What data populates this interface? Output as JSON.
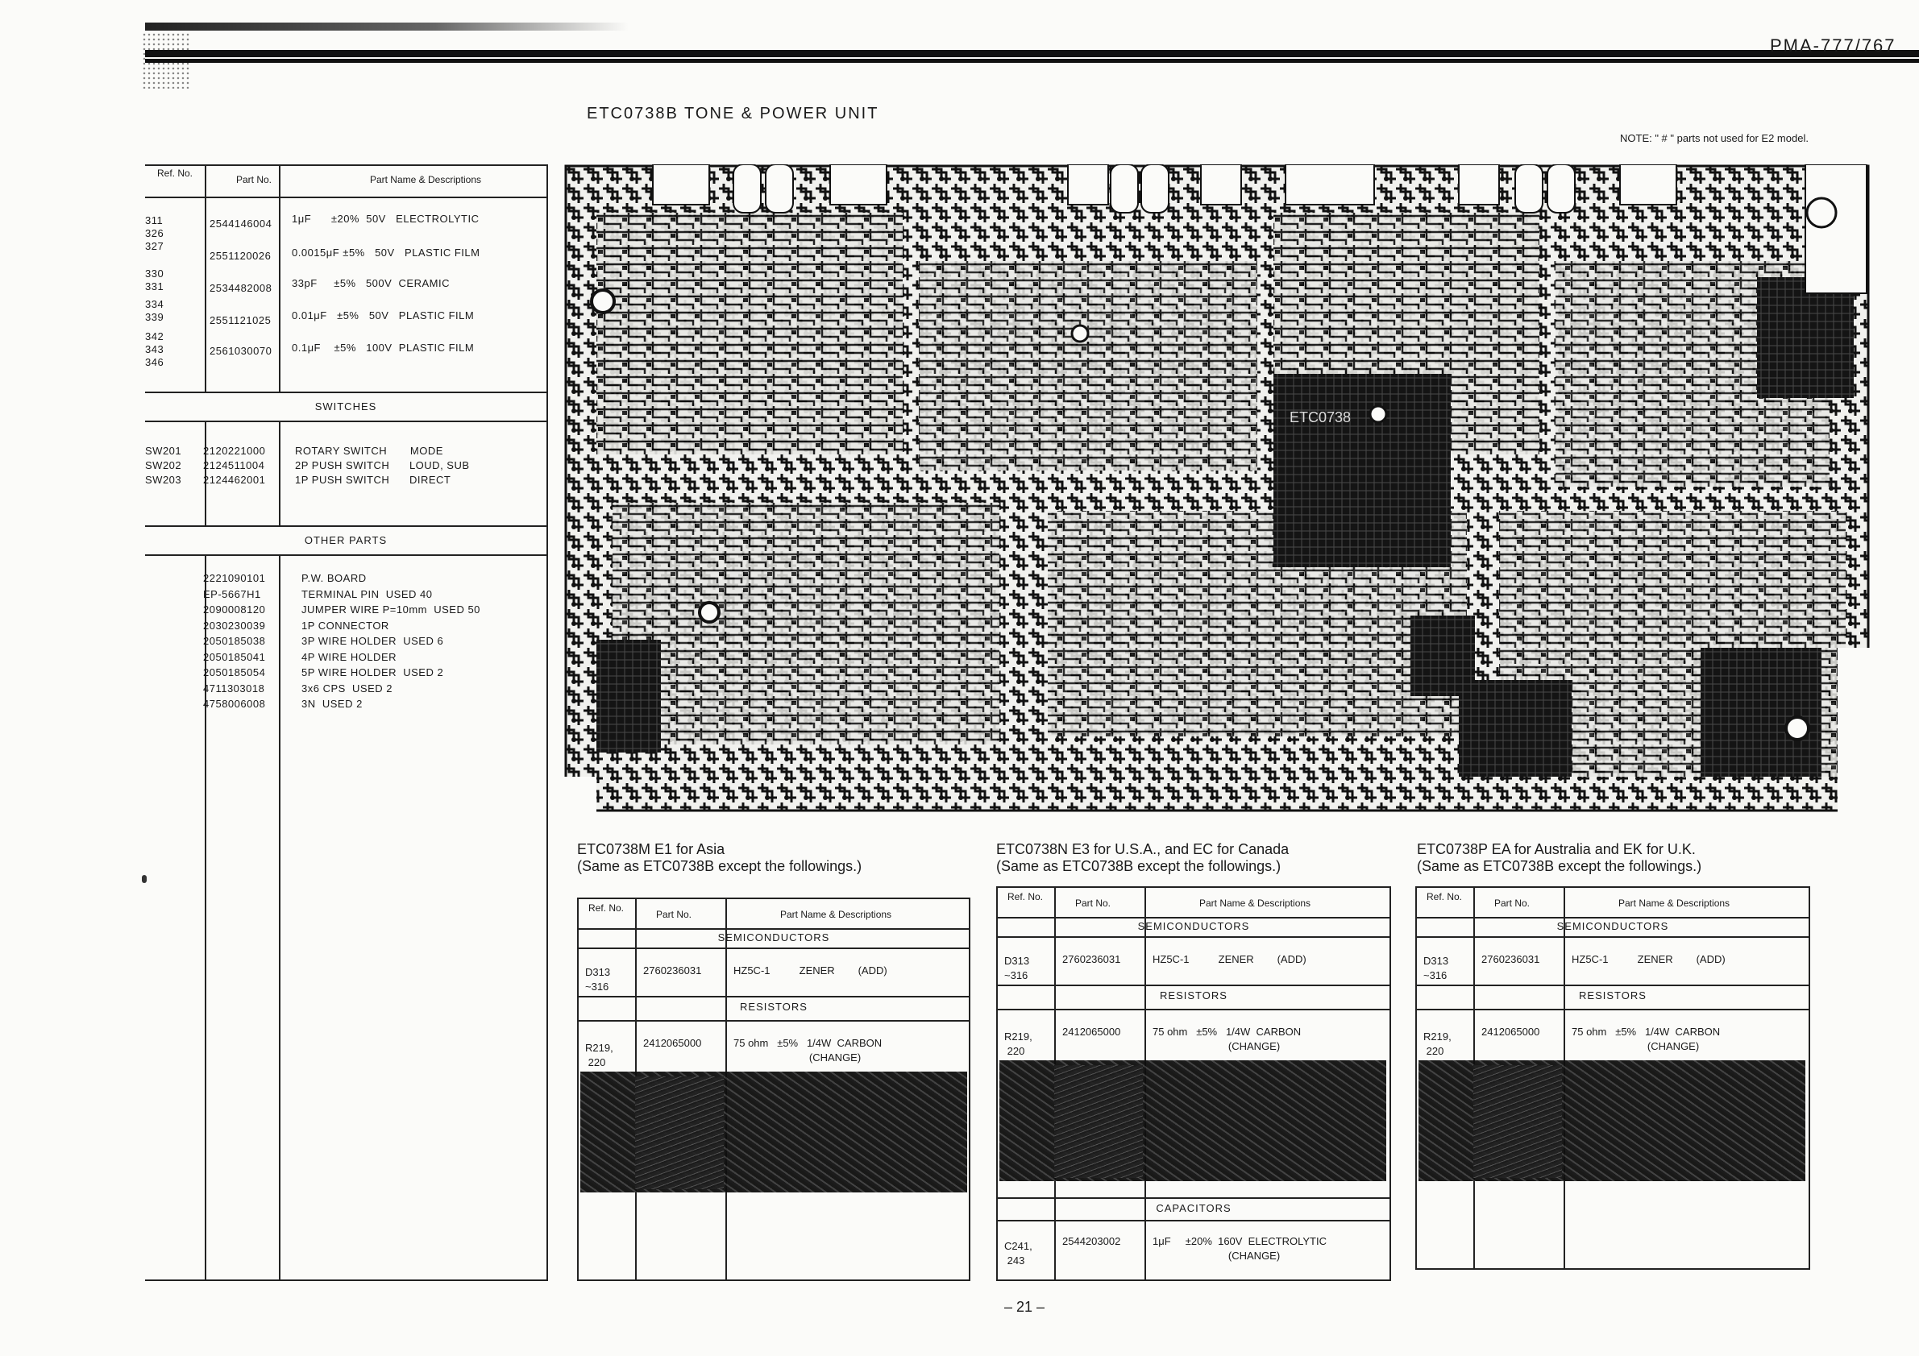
{
  "header": {
    "model": "PMA-777/767",
    "title": "ETC0738B TONE & POWER UNIT",
    "note": "NOTE:  \" # \" parts not used for E2 model."
  },
  "left_list": {
    "columns": [
      "Ref. No.",
      "Part No.",
      "Part Name & Descriptions"
    ],
    "capacitors": [
      {
        "ref": "311\n326\n327",
        "part": "2544146004",
        "desc": "1μF      ±20%  50V   ELECTROLYTIC"
      },
      {
        "ref": "",
        "part": "2551120026",
        "desc": "0.0015μF ±5%   50V   PLASTIC FILM"
      },
      {
        "ref": "330\n331",
        "part": "2534482008",
        "desc": "33pF     ±5%   500V  CERAMIC"
      },
      {
        "ref": "334\n339",
        "part": "2551121025",
        "desc": "0.01μF   ±5%   50V   PLASTIC FILM"
      },
      {
        "ref": "342\n343\n346",
        "part": "2561030070",
        "desc": "0.1μF    ±5%   100V  PLASTIC FILM"
      }
    ],
    "switches_label": "SWITCHES",
    "switches": [
      {
        "ref": "SW201",
        "part": "2120221000",
        "desc": "ROTARY SWITCH       MODE"
      },
      {
        "ref": "SW202",
        "part": "2124511004",
        "desc": "2P PUSH SWITCH      LOUD, SUB"
      },
      {
        "ref": "SW203",
        "part": "2124462001",
        "desc": "1P PUSH SWITCH      DIRECT"
      }
    ],
    "other_label": "OTHER PARTS",
    "other": [
      {
        "part": "2221090101",
        "desc": "P.W. BOARD"
      },
      {
        "part": "EP-5667H1",
        "desc": "TERMINAL PIN  USED 40"
      },
      {
        "part": "2090008120",
        "desc": "JUMPER WIRE P=10mm  USED 50"
      },
      {
        "part": "2030230039",
        "desc": "1P CONNECTOR"
      },
      {
        "part": "2050185038",
        "desc": "3P WIRE HOLDER  USED 6"
      },
      {
        "part": "2050185041",
        "desc": "4P WIRE HOLDER"
      },
      {
        "part": "2050185054",
        "desc": "5P WIRE HOLDER  USED 2"
      },
      {
        "part": "4711303018",
        "desc": "3x6 CPS  USED 2"
      },
      {
        "part": "4758006008",
        "desc": "3N  USED 2"
      }
    ]
  },
  "pcb": {
    "board_label": "ETC0738"
  },
  "variants": [
    {
      "title": "ETC0738M  E1 for Asia",
      "subtitle": "(Same as ETC0738B except the followings.)",
      "columns": [
        "Ref. No.",
        "Part No.",
        "Part Name & Descriptions"
      ],
      "semiconductors_label": "SEMICONDUCTORS",
      "semi": {
        "ref": "D313\n~316",
        "part": "2760236031",
        "desc": "HZ5C-1          ZENER        (ADD)"
      },
      "resistors_label": "RESISTORS",
      "resistor": {
        "ref": "R219,\n 220",
        "part": "2412065000",
        "desc": "75 ohm   ±5%   1/4W  CARBON\n                          (CHANGE)"
      },
      "capacitors_label": "",
      "capacitor": null
    },
    {
      "title": "ETC0738N  E3 for U.S.A., and EC for Canada",
      "subtitle": "(Same as ETC0738B except the followings.)",
      "columns": [
        "Ref. No.",
        "Part No.",
        "Part Name & Descriptions"
      ],
      "semiconductors_label": "SEMICONDUCTORS",
      "semi": {
        "ref": "D313\n~316",
        "part": "2760236031",
        "desc": "HZ5C-1          ZENER        (ADD)"
      },
      "resistors_label": "RESISTORS",
      "resistor": {
        "ref": "R219,\n 220",
        "part": "2412065000",
        "desc": "75 ohm   ±5%   1/4W  CARBON\n                          (CHANGE)"
      },
      "capacitors_label": "CAPACITORS",
      "capacitor": {
        "ref": "C241,\n 243",
        "part": "2544203002",
        "desc": "1μF     ±20%  160V  ELECTROLYTIC\n                          (CHANGE)"
      }
    },
    {
      "title": "ETC0738P  EA for Australia and EK for U.K.",
      "subtitle": "(Same as ETC0738B except the followings.)",
      "columns": [
        "Ref. No.",
        "Part No.",
        "Part Name & Descriptions"
      ],
      "semiconductors_label": "SEMICONDUCTORS",
      "semi": {
        "ref": "D313\n~316",
        "part": "2760236031",
        "desc": "HZ5C-1          ZENER        (ADD)"
      },
      "resistors_label": "RESISTORS",
      "resistor": {
        "ref": "R219,\n 220",
        "part": "2412065000",
        "desc": "75 ohm   ±5%   1/4W  CARBON\n                          (CHANGE)"
      },
      "capacitors_label": "",
      "capacitor": null
    }
  ],
  "footer": {
    "page": "– 21 –"
  }
}
